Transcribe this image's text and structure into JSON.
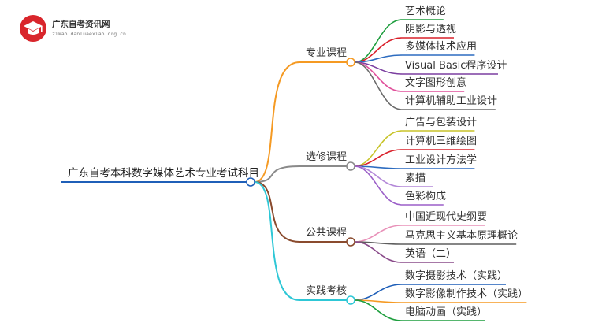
{
  "logo": {
    "title": "广东自考资讯网",
    "subtitle": "zikao.danluaexiao.org.cn"
  },
  "root": "广东自考本科数字媒体艺术专业考试科目",
  "branches": [
    {
      "label": "专业课程",
      "color": "#f59a23",
      "leaves": [
        {
          "label": "艺术概论",
          "color": "#1e9e3e"
        },
        {
          "label": "阴影与透视",
          "color": "#d9202a"
        },
        {
          "label": "多媒体技术应用",
          "color": "#2d6cc0"
        },
        {
          "label": "Visual Basic程序设计",
          "color": "#7b3fa0"
        },
        {
          "label": "文字图形创意",
          "color": "#e0509b"
        },
        {
          "label": "计算机辅助工业设计",
          "color": "#6b6b6b"
        }
      ]
    },
    {
      "label": "选修课程",
      "color": "#8a8a8a",
      "leaves": [
        {
          "label": "广告与包装设计",
          "color": "#c8c42a"
        },
        {
          "label": "计算机三维绘图",
          "color": "#d9202a"
        },
        {
          "label": "工业设计方法学",
          "color": "#2d6cc0"
        },
        {
          "label": "素描",
          "color": "#b388d8"
        },
        {
          "label": "色彩构成",
          "color": "#9b5fc8"
        }
      ]
    },
    {
      "label": "公共课程",
      "color": "#8a4b2e",
      "leaves": [
        {
          "label": "中国近现代史纲要",
          "color": "#e890b8"
        },
        {
          "label": "马克思主义基本原理概论",
          "color": "#5e5e5e"
        },
        {
          "label": "英语（二）",
          "color": "#8a4b8a"
        }
      ]
    },
    {
      "label": "实践考核",
      "color": "#2ec7d6",
      "leaves": [
        {
          "label": "数字摄影技术（实践）",
          "color": "#1f5fb8"
        },
        {
          "label": "数字影像制作技术（实践）",
          "color": "#f59a23"
        },
        {
          "label": "电脑动画（实践）",
          "color": "#1e9e3e"
        }
      ]
    }
  ],
  "colors": {
    "root_line": "#1f5fb8",
    "node_fill": "#ffffff"
  }
}
